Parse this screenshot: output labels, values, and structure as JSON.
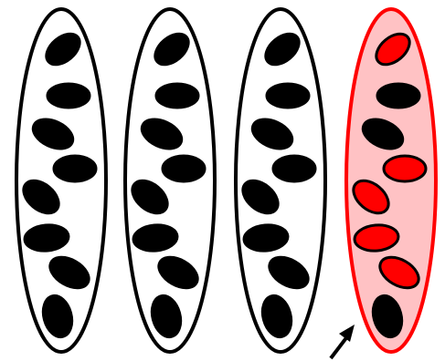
{
  "colors": {
    "background": "#ffffff",
    "outline": "#000000",
    "seed": "#000000",
    "highlight_fill": "#ffc2c4",
    "highlight_outline": "#ff0000",
    "highlight_seed": "#ff0000"
  },
  "pods": [
    {
      "id": "pod-1",
      "highlighted": false,
      "seeds": [
        {
          "color": "black"
        },
        {
          "color": "black"
        },
        {
          "color": "black"
        },
        {
          "color": "black"
        },
        {
          "color": "black"
        },
        {
          "color": "black"
        },
        {
          "color": "black"
        },
        {
          "color": "black"
        }
      ]
    },
    {
      "id": "pod-2",
      "highlighted": false,
      "seeds": [
        {
          "color": "black"
        },
        {
          "color": "black"
        },
        {
          "color": "black"
        },
        {
          "color": "black"
        },
        {
          "color": "black"
        },
        {
          "color": "black"
        },
        {
          "color": "black"
        },
        {
          "color": "black"
        }
      ]
    },
    {
      "id": "pod-3",
      "highlighted": false,
      "seeds": [
        {
          "color": "black"
        },
        {
          "color": "black"
        },
        {
          "color": "black"
        },
        {
          "color": "black"
        },
        {
          "color": "black"
        },
        {
          "color": "black"
        },
        {
          "color": "black"
        },
        {
          "color": "black"
        }
      ]
    },
    {
      "id": "pod-4",
      "highlighted": true,
      "seeds": [
        {
          "color": "red"
        },
        {
          "color": "black"
        },
        {
          "color": "black"
        },
        {
          "color": "red"
        },
        {
          "color": "red"
        },
        {
          "color": "red"
        },
        {
          "color": "red"
        },
        {
          "color": "black"
        }
      ]
    }
  ],
  "pointer": {
    "icon": "arrow-icon",
    "target": "pod-4"
  }
}
